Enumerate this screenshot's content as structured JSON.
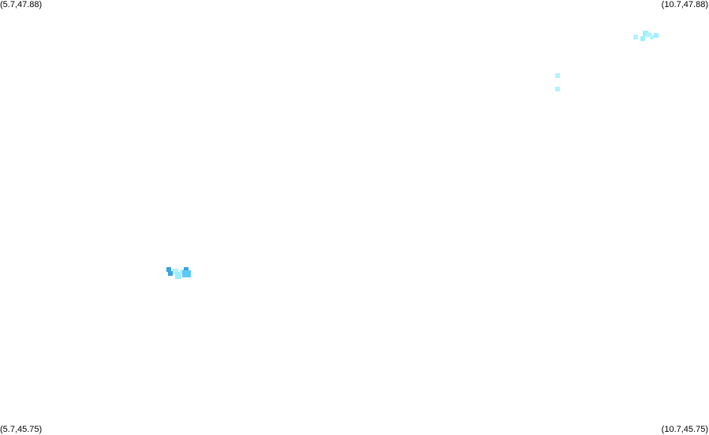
{
  "map": {
    "corners": {
      "top_left": "(5.7,47.88)",
      "top_right": "(10.7,47.88)",
      "bottom_left": "(5.7,45.75)",
      "bottom_right": "(10.7,45.75)"
    },
    "colors": {
      "light_cyan": "#b3f2ff",
      "cyan": "#9ef0fb",
      "sky_blue": "#5cc9f5",
      "blue": "#3aa3e3"
    }
  }
}
